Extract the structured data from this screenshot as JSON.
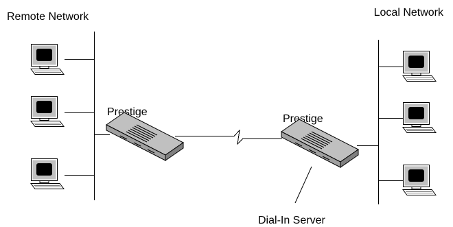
{
  "remote_network_label": "Remote Network",
  "local_network_label": "Local Network",
  "router_left_label": "Prestige",
  "router_right_label": "Prestige",
  "dial_in_label": "Dial-In Server",
  "colors": {
    "line": "#000000",
    "monitor_screen": "#000000",
    "device_face": "#c0c0c0",
    "device_shadow": "#808080",
    "background": "#ffffff"
  },
  "icons": [
    "computer-icon",
    "router-icon"
  ]
}
